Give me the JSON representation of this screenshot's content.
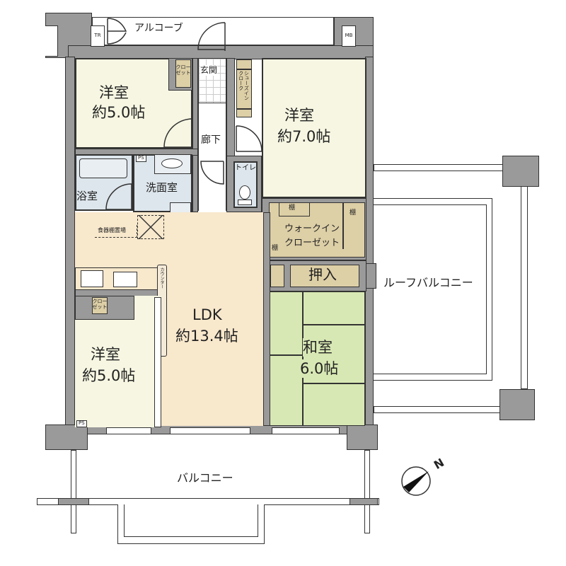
{
  "floorplan": {
    "colors": {
      "wall": "#9a9a9a",
      "western_room": "#f6f6e2",
      "ldk": "#f8e8cc",
      "wet_area": "#dde6ec",
      "storage": "#ddcfa6",
      "tatami": "#d8e8b4",
      "outline": "#333333"
    },
    "rooms": {
      "western_nw": {
        "name": "洋室",
        "size": "約5.0帖"
      },
      "western_ne": {
        "name": "洋室",
        "size": "約7.0帖"
      },
      "western_sw": {
        "name": "洋室",
        "size": "約5.0帖"
      },
      "ldk": {
        "name": "LDK",
        "size": "約13.4帖"
      },
      "washitsu": {
        "name": "和室",
        "size": "6.0帖"
      },
      "bath": {
        "name": "浴室"
      },
      "washroom": {
        "name": "洗面室"
      },
      "toilet": {
        "name": "トイレ"
      },
      "entrance": {
        "name": "玄関"
      },
      "hallway": {
        "name": "廊下"
      },
      "walkin_closet": {
        "line1": "ウォークイン",
        "line2": "クローゼット"
      },
      "oshiire": {
        "name": "押入"
      }
    },
    "storage": {
      "closet_nw": "クロー\nゼット",
      "closet_sw": "クロー\nゼット",
      "shoes_in_cloak": "シューズイン\nクローク",
      "shelf": "棚",
      "cupboard_space": "食器棚置場",
      "counter": "カウンター"
    },
    "exterior": {
      "alcove": "アルコーブ",
      "roof_balcony": "ルーフバルコニー",
      "balcony": "バルコニー",
      "tr": "TR",
      "mb": "MB",
      "ps": "PS"
    },
    "compass": {
      "label": "N",
      "icon": "compass-north-arrow"
    }
  }
}
